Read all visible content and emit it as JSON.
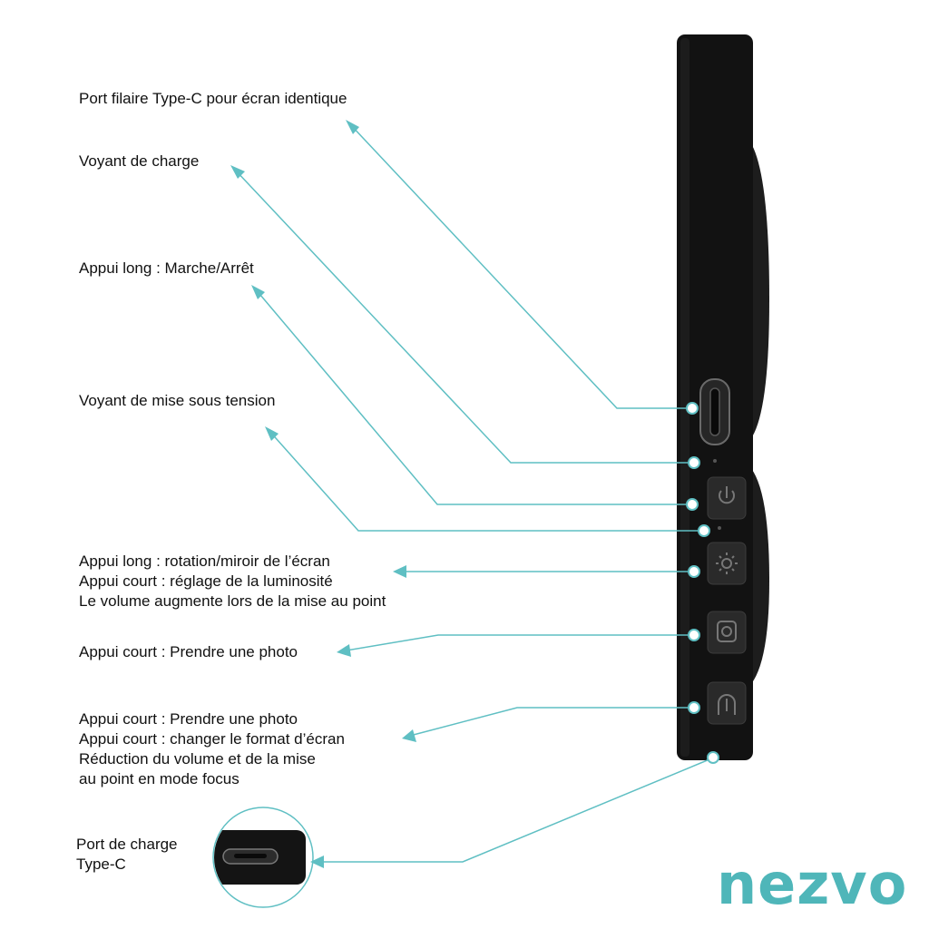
{
  "colors": {
    "accent": "#5fbfc3",
    "device": "#121212",
    "text": "#111111",
    "brand": "#4fb6b9"
  },
  "labels": {
    "type_c_port": [
      "Port filaire Type-C pour écran identique"
    ],
    "charge_indicator": [
      "Voyant de charge"
    ],
    "power": [
      "Appui long : Marche/Arrêt"
    ],
    "power_indicator": [
      "Voyant de mise sous tension"
    ],
    "brightness": [
      "Appui long : rotation/miroir de l’écran",
      "Appui court : réglage de la luminosité",
      "Le volume augmente lors de la mise au point"
    ],
    "camera": [
      "Appui court : Prendre une photo"
    ],
    "shutter": [
      "Appui court : Prendre une photo",
      "Appui court : changer le format d’écran",
      "Réduction du volume et de la mise",
      "au point en mode focus"
    ],
    "charging_port": [
      "Port de charge",
      "Type-C"
    ]
  },
  "icons": {
    "type_c_port": "usb-c-port-icon",
    "power": "power-icon",
    "brightness": "brightness-icon",
    "camera": "camera-icon",
    "shutter": "shutter-icon"
  },
  "brand": "nezvo"
}
